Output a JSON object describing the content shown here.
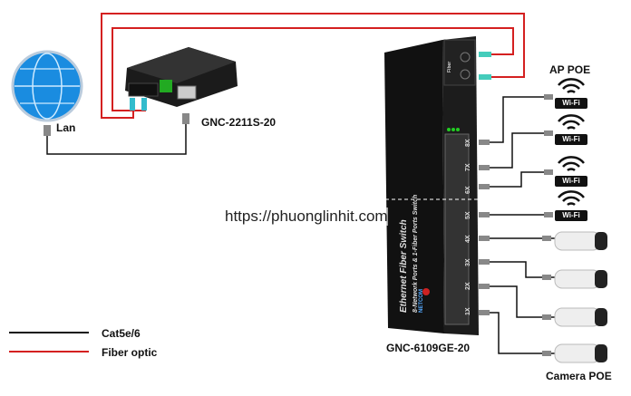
{
  "watermark": "https://phuonglinhit.com",
  "lan_label": "Lan",
  "converter": {
    "model": "GNC-2211S-20"
  },
  "switch": {
    "model": "GNC-6109GE-20",
    "title": "Ethernet Fiber Switch",
    "subtitle": "8-Network Ports & 1-Fiber Ports Switch",
    "brand": "NETCOM",
    "fiber_label": "Fiber",
    "ports": [
      "8X",
      "7X",
      "6X",
      "5X",
      "4X",
      "3X",
      "2X",
      "1X"
    ]
  },
  "ap_label": "AP POE",
  "camera_label": "Camera POE",
  "wifi_badge": "Wi-Fi",
  "legend": [
    {
      "label": "Cat5e/6",
      "color": "#111111"
    },
    {
      "label": "Fiber optic",
      "color": "#d42020"
    }
  ]
}
